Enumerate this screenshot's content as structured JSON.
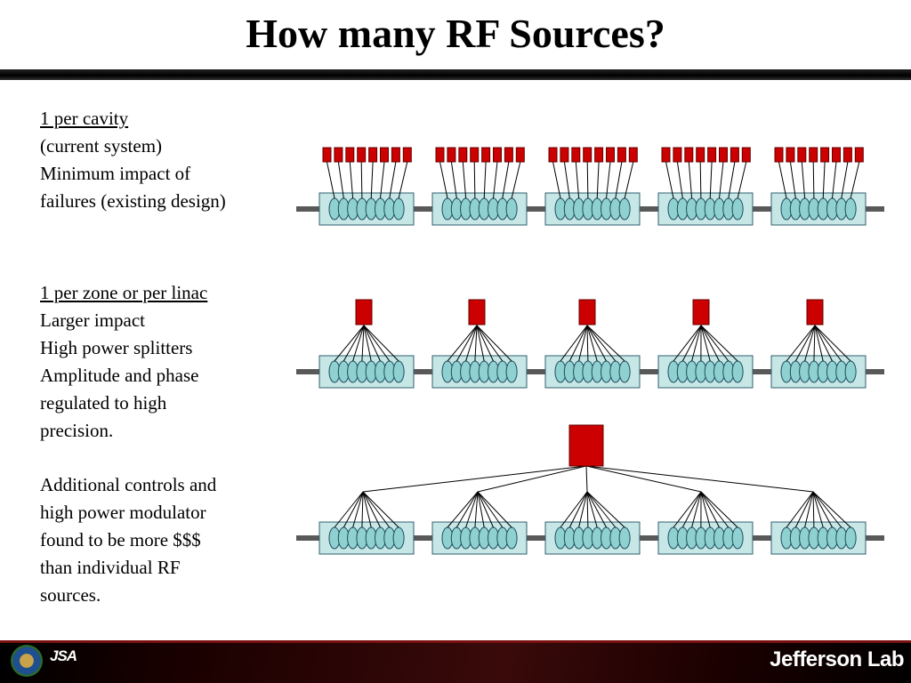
{
  "title": "How many RF Sources?",
  "colors": {
    "rf_source": "#cc0000",
    "cryomodule_fill": "#c7e6e6",
    "cavity_fill": "#8fd0d0",
    "beamline": "#595959",
    "title_bar": "#000000"
  },
  "sections": [
    {
      "id": "per_cavity",
      "heading": "1 per cavity",
      "lines": [
        "(current system)",
        "Minimum impact of",
        "failures (existing design)"
      ]
    },
    {
      "id": "per_zone",
      "heading": "1 per zone or per linac",
      "lines": [
        "Larger impact",
        "High power splitters",
        "Amplitude and phase",
        "regulated to high",
        "precision."
      ]
    },
    {
      "id": "notes",
      "heading": "",
      "lines": [
        "Additional controls and",
        "high power modulator",
        "found to be more $$$",
        "than individual RF",
        "sources."
      ]
    }
  ],
  "diagram": {
    "cryomodules_per_row": 5,
    "cavities_per_cryomodule": 8,
    "rows": [
      "per-cavity",
      "per-zone",
      "per-linac"
    ]
  },
  "footer": {
    "jsa_logo": "JSA",
    "lab_logo": "Jefferson Lab"
  }
}
